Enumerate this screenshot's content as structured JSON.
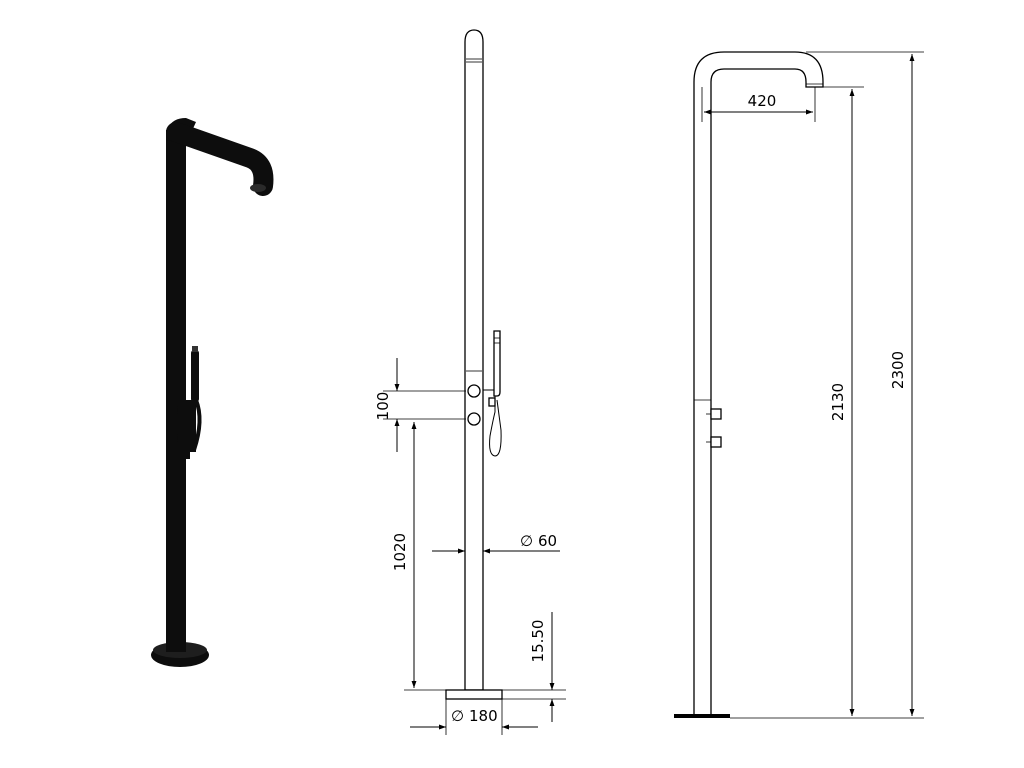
{
  "dimensions": {
    "spout_reach": "420",
    "outlet_height": "2130",
    "total_height": "2300",
    "control_spacing": "100",
    "control_height": "1020",
    "pipe_diameter": "60",
    "base_thickness": "15.50",
    "base_diameter": "180"
  },
  "colors": {
    "line": "#000000",
    "fill": "#ffffff",
    "dark_finish": "#0d0d0d"
  }
}
